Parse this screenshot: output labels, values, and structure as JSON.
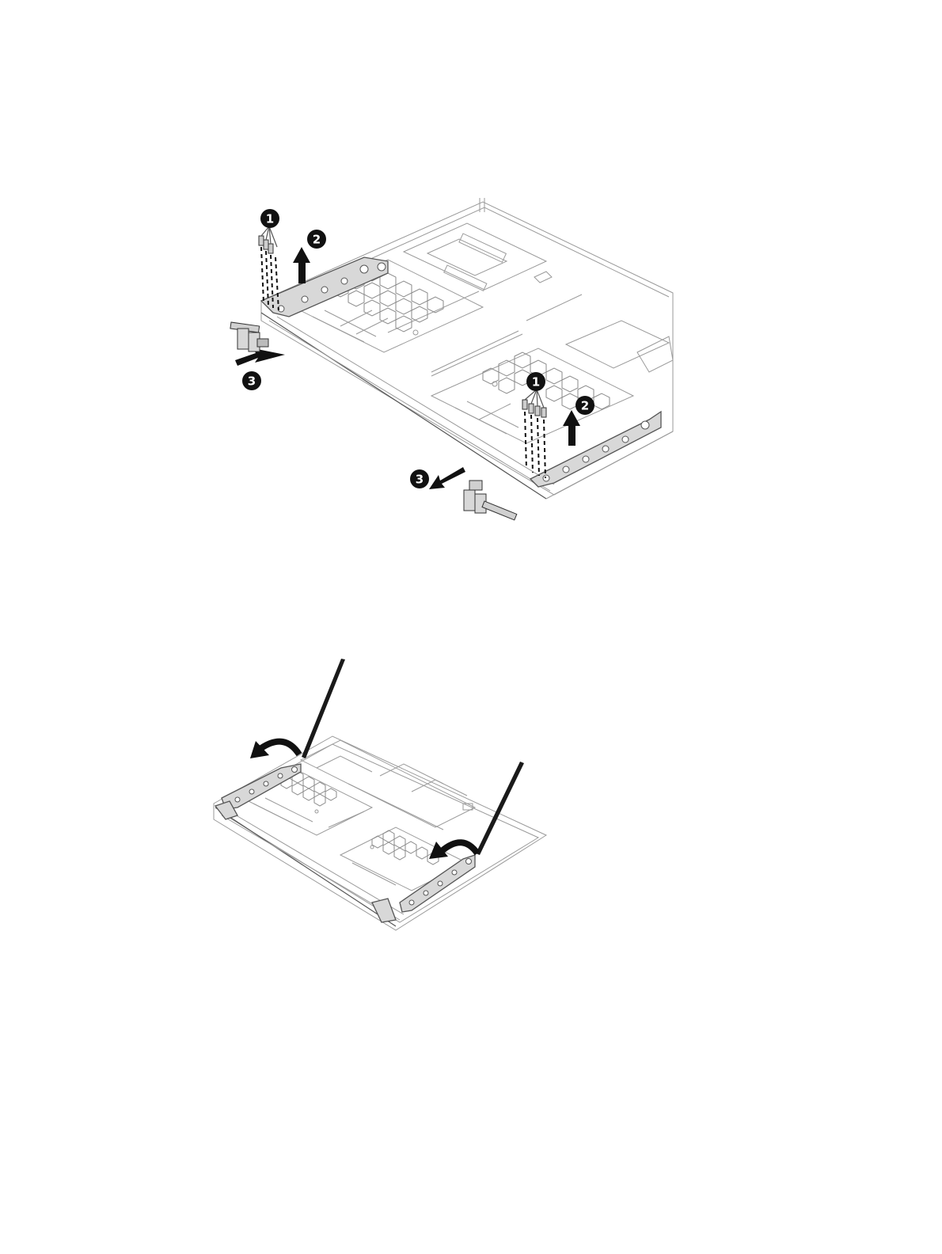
{
  "figures": [
    {
      "id": "hinge-removal",
      "callouts": [
        {
          "key": "screws-left",
          "number": "1"
        },
        {
          "key": "lift-left",
          "number": "2"
        },
        {
          "key": "remove-left",
          "number": "3"
        },
        {
          "key": "screws-right",
          "number": "1"
        },
        {
          "key": "lift-right",
          "number": "2"
        },
        {
          "key": "remove-right",
          "number": "3"
        }
      ]
    },
    {
      "id": "hinge-rotation",
      "callouts": []
    }
  ],
  "colors": {
    "callout_fill": "#111111",
    "callout_text": "#ffffff",
    "line_art": "#9a9a9a",
    "metal_part": "#d8d8d8"
  },
  "icons": [
    "screw-icon",
    "hinge-icon",
    "arrow-icon",
    "curved-arrow-icon",
    "pry-tool-icon"
  ]
}
